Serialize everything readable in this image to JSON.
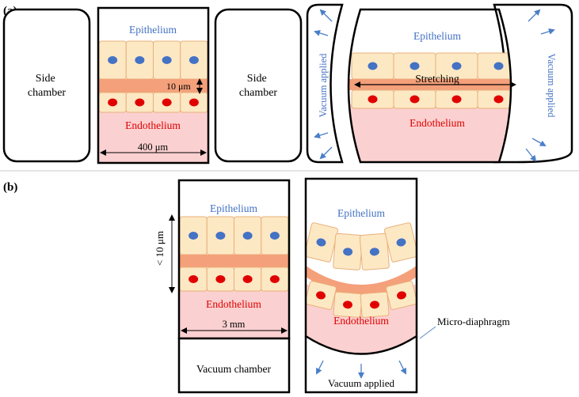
{
  "panel_a": {
    "label": "(a)",
    "side_chamber_left": "Side\nchamber",
    "side_chamber_right": "Side\nchamber",
    "epithelium": "Epithelium",
    "endothelium": "Endothelium",
    "membrane_thickness": "10 μm",
    "channel_width": "400 μm",
    "stretched": {
      "epithelium": "Epithelium",
      "endothelium": "Endothelium",
      "stretching": "Stretching",
      "vacuum_left": "Vacuum applied",
      "vacuum_right": "Vacuum applied"
    }
  },
  "panel_b": {
    "label": "(b)",
    "epithelium": "Epithelium",
    "endothelium": "Endothelium",
    "thickness": "< 10 μm",
    "width": "3 mm",
    "vacuum_chamber": "Vacuum chamber",
    "deformed": {
      "epithelium": "Epithelium",
      "endothelium": "Endothelium",
      "vacuum_applied": "Vacuum applied",
      "micro_diaphragm": "Micro-diaphragm"
    }
  },
  "colors": {
    "cell_fill": "#fde8c4",
    "cell_stroke": "#e8b07a",
    "membrane": "#f4a07a",
    "endo_fill": "#fbd0d0",
    "nucleus_blue": "#4472c4",
    "nucleus_red": "#e00000",
    "label_blue": "#4472c4",
    "label_red": "#e00000",
    "arrow_blue": "#4a7ec8"
  }
}
